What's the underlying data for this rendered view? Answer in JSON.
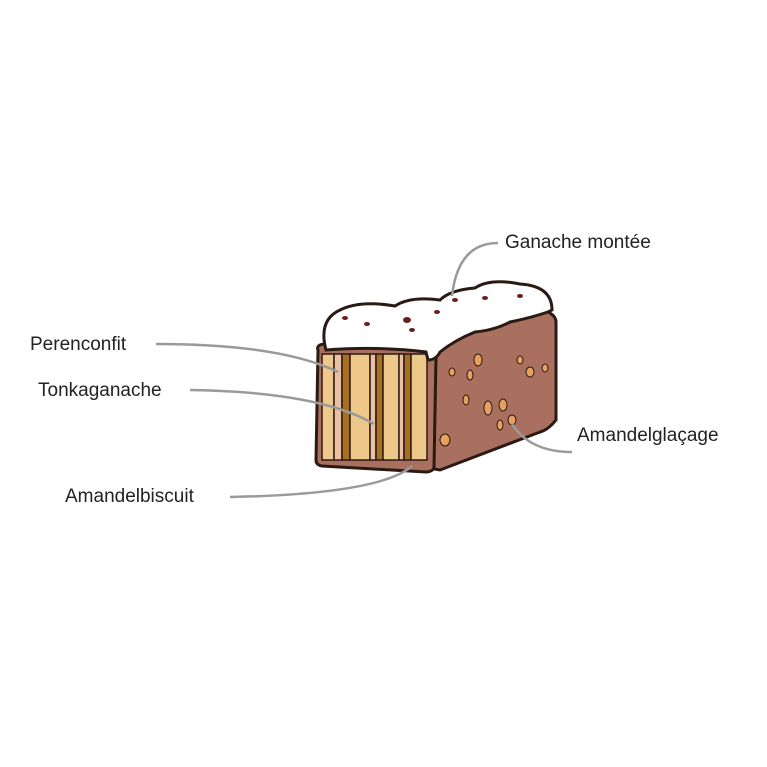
{
  "labels": {
    "ganache": "Ganache montée",
    "perenconfit": "Perenconfit",
    "tonkaganache": "Tonkaganache",
    "amandelglacage": "Amandelglaçage",
    "amandelbiscuit": "Amandelbiscuit"
  },
  "colors": {
    "glaze": "#a9705f",
    "biscuit": "#eec88a",
    "ganache": "#a8701e",
    "confit": "#e9c0a6",
    "cream": "#ffffff",
    "leader": "#9a9a9a"
  }
}
